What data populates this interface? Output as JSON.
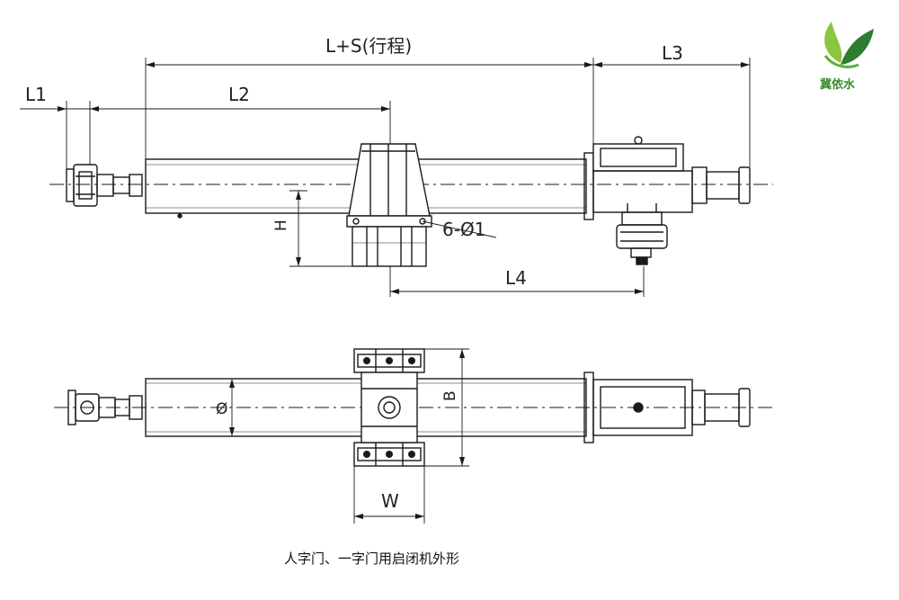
{
  "labels": {
    "l_s": "L+S(行程)",
    "l1": "L1",
    "l2": "L2",
    "l3": "L3",
    "l4": "L4",
    "h": "H",
    "holes": "6-Ø1",
    "diameter": "Ø",
    "b": "B",
    "w": "W"
  },
  "caption": "人字门、一字门用启闭机外形",
  "logo": {
    "text": "冀依水",
    "color": "#3a8a2a"
  },
  "colors": {
    "line": "#1a1a1a",
    "logo_green": "#58b33a",
    "logo_dark": "#2e7d32"
  }
}
